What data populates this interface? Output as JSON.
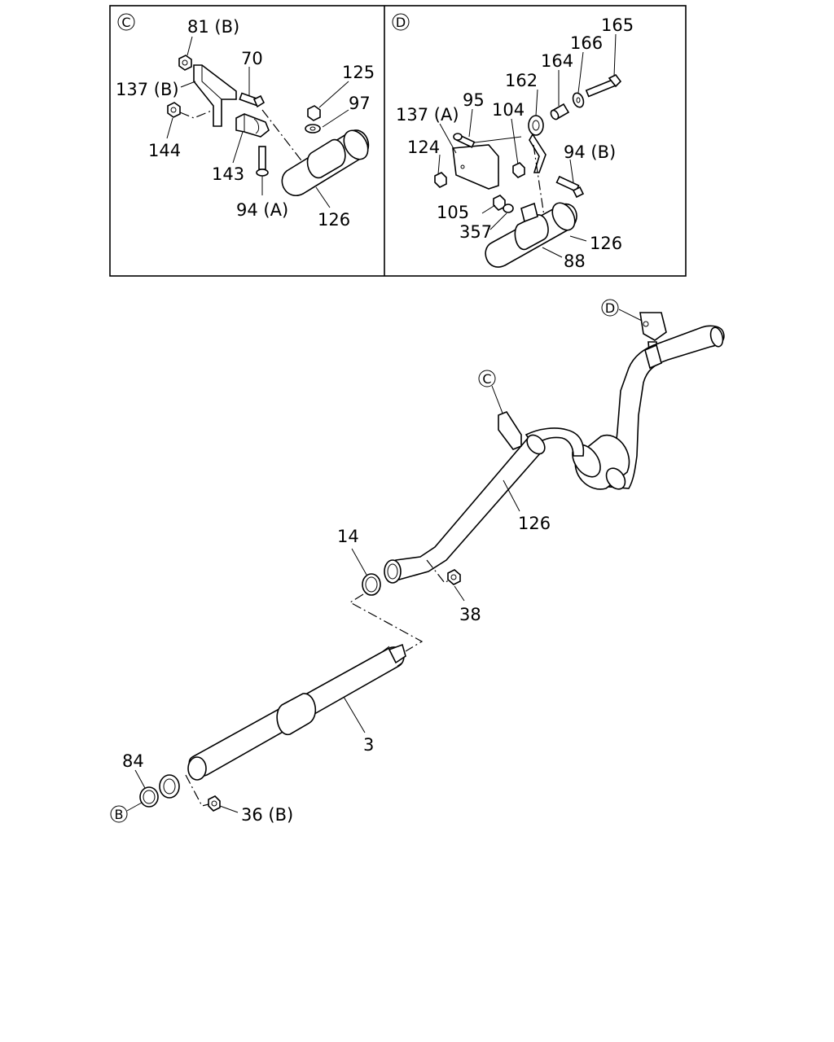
{
  "panel_c": {
    "tag": "C",
    "labels": {
      "l81b": "81 (B)",
      "l70": "70",
      "l137b": "137 (B)",
      "l125": "125",
      "l97": "97",
      "l144": "144",
      "l143": "143",
      "l94a": "94 (A)",
      "l126": "126"
    }
  },
  "panel_d": {
    "tag": "D",
    "labels": {
      "l165": "165",
      "l166": "166",
      "l164": "164",
      "l162": "162",
      "l95": "95",
      "l137a": "137 (A)",
      "l104": "104",
      "l124": "124",
      "l94b": "94 (B)",
      "l105": "105",
      "l357": "357",
      "l126": "126",
      "l88": "88"
    }
  },
  "main": {
    "callout_d": "D",
    "callout_c": "C",
    "callout_b": "B",
    "labels": {
      "l126": "126",
      "l14": "14",
      "l38": "38",
      "l3": "3",
      "l84": "84",
      "l36b": "36 (B)"
    }
  }
}
